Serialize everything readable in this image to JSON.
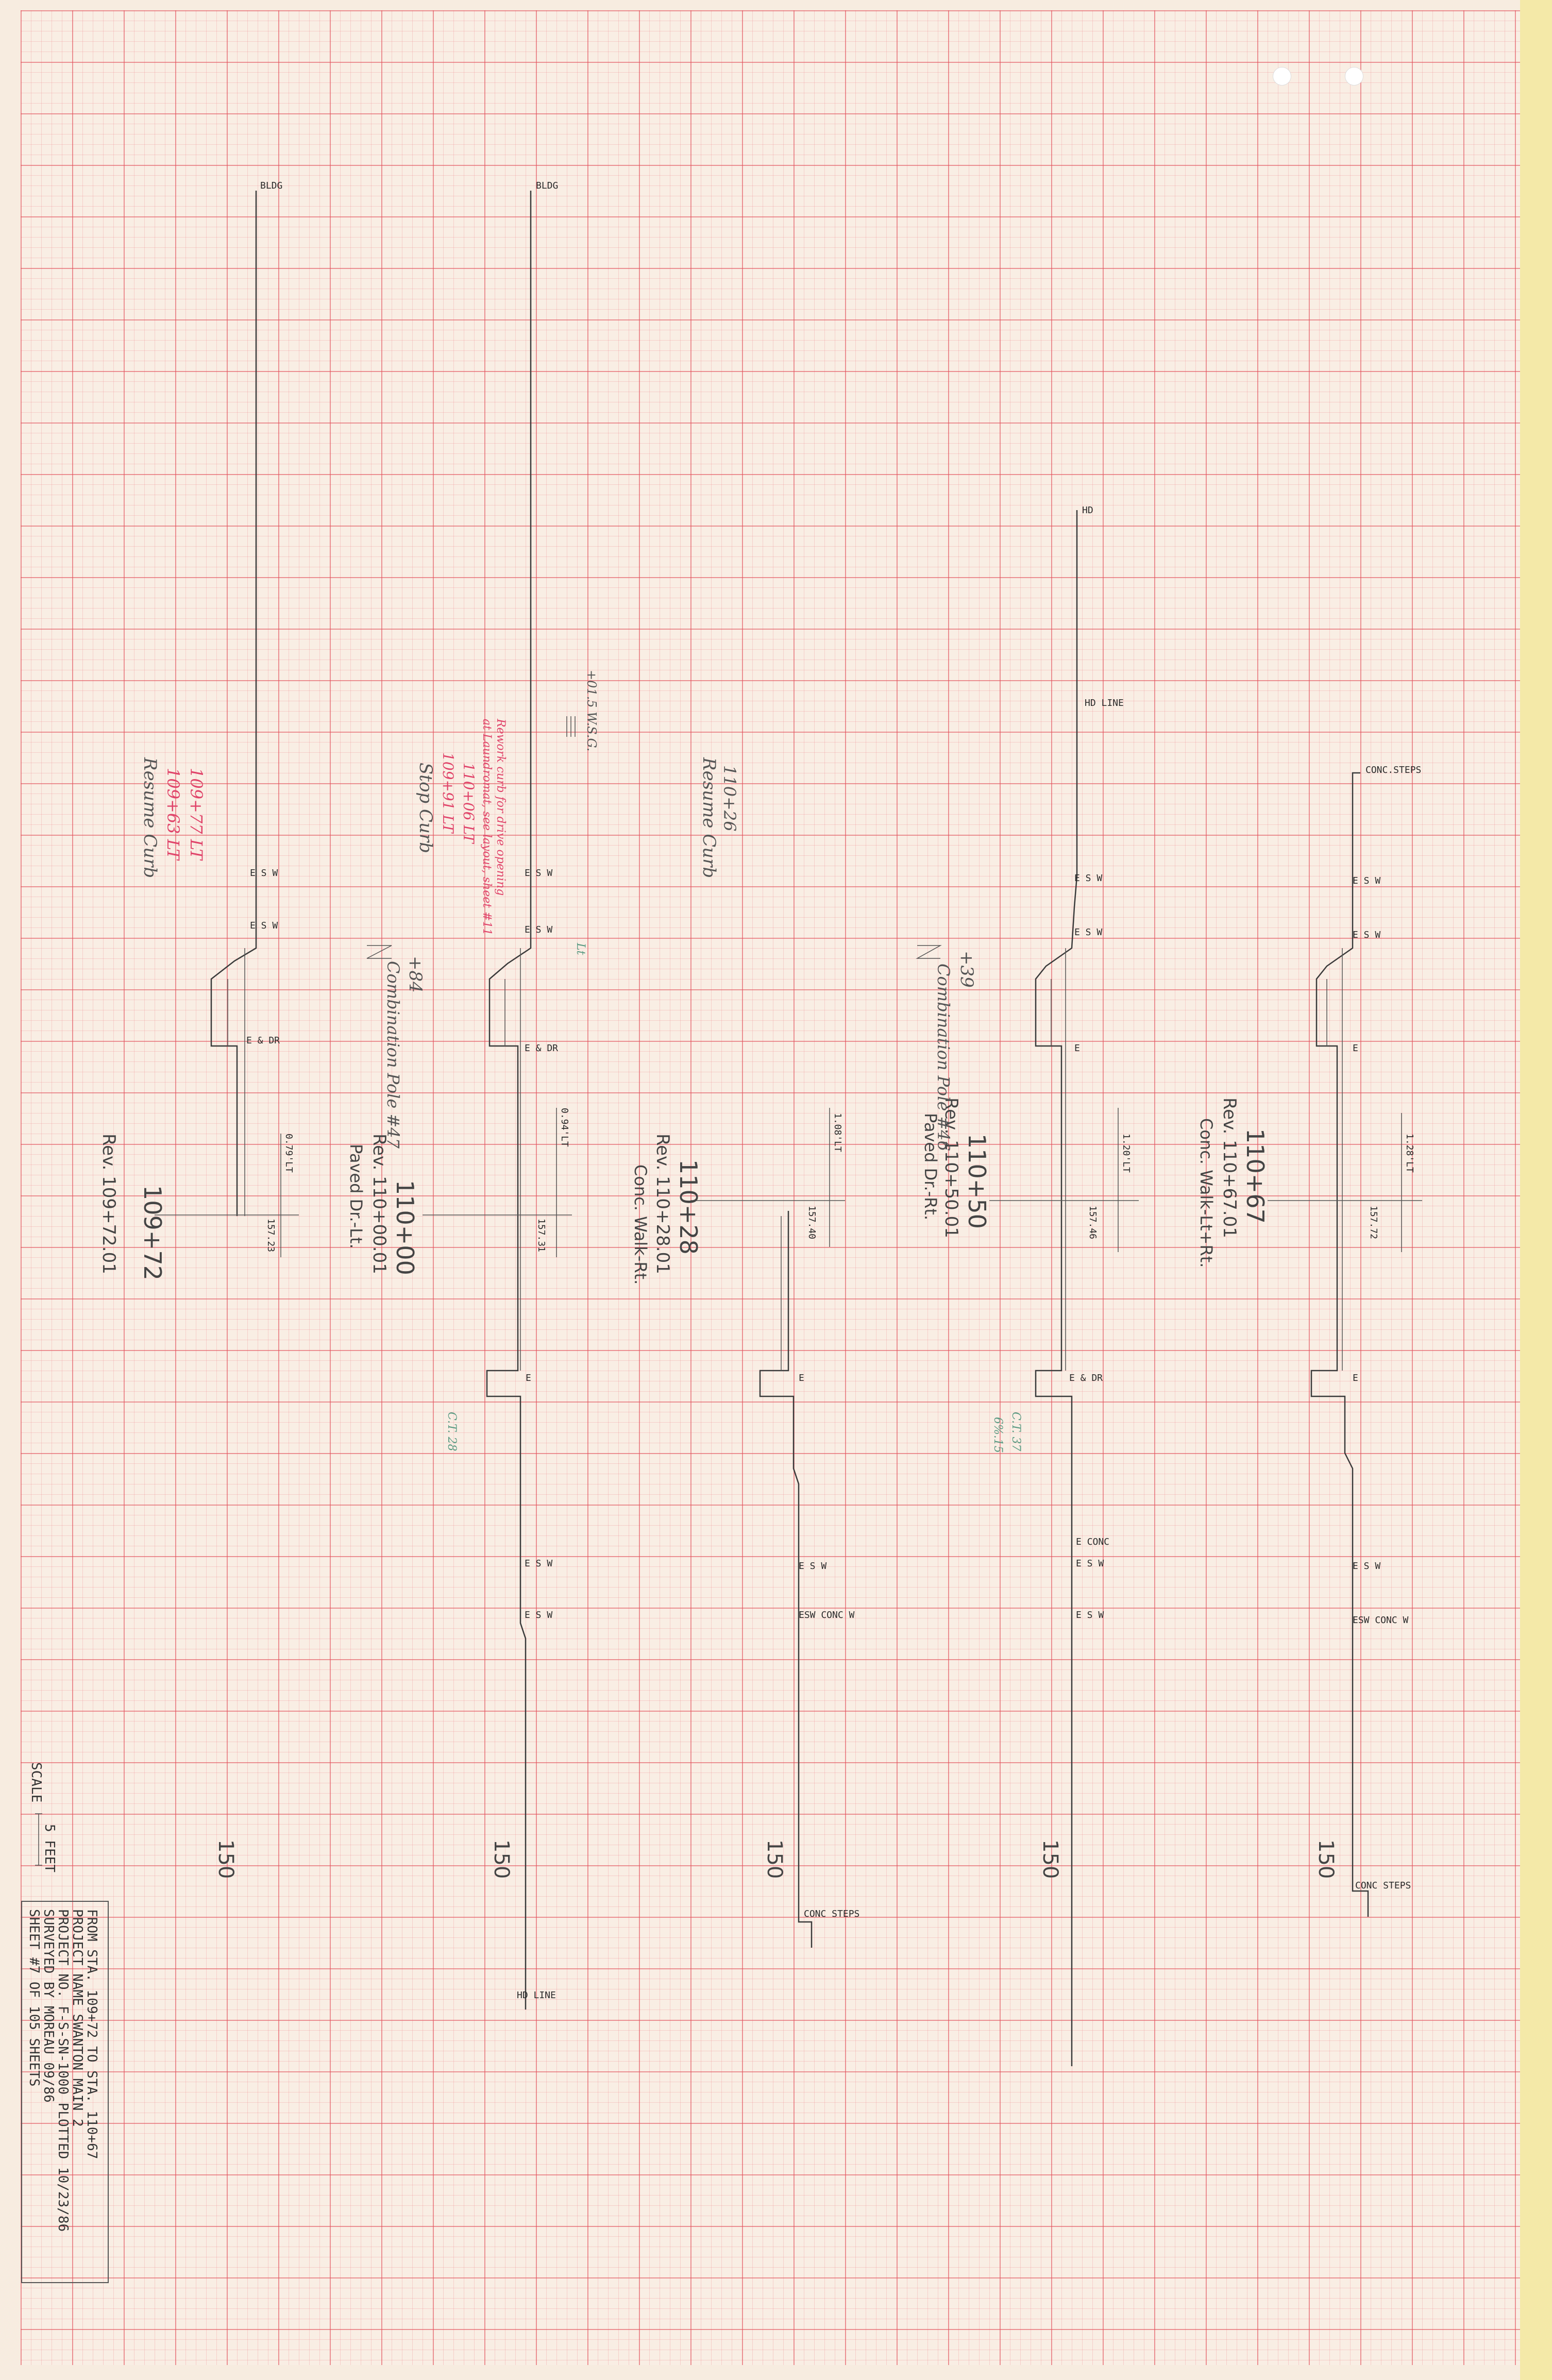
{
  "sections": [
    {
      "station": "109+72",
      "rev": "Rev. 109+72.01",
      "desc": "",
      "offset_lt": "0.79'LT",
      "offset_rt": "157.23",
      "top_label": "BLDG",
      "labels": [
        "E S W",
        "E S W",
        "E & DR"
      ],
      "bottom_labels": []
    },
    {
      "station": "110+00",
      "rev": "Rev. 110+00.01",
      "desc": "Paved Dr.-Lt.",
      "offset_lt": "0.94'LT",
      "offset_rt": "157.31",
      "top_label": "BLDG",
      "labels": [
        "E S W",
        "E S W",
        "E & DR"
      ],
      "bottom_labels": [
        "E",
        "E S W",
        "E S W",
        "HD LINE"
      ]
    },
    {
      "station": "110+28",
      "rev": "Rev. 110+28.01",
      "desc": "Conc. Walk-Rt.",
      "offset_lt": "1.08'LT",
      "offset_rt": "157.40",
      "top_label": "",
      "labels": [],
      "bottom_labels": [
        "E",
        "E S W",
        "ESW CONC W",
        "CONC STEPS"
      ]
    },
    {
      "station": "110+50",
      "rev": "Rev. 110+50.01",
      "desc": "Paved Dr.-Rt.",
      "offset_lt": "1.20'LT",
      "offset_rt": "157.46",
      "top_label": "HD",
      "labels": [
        "HD LINE",
        "E S W",
        "E S W",
        "E"
      ],
      "bottom_labels": [
        "E & DR",
        "E CONC",
        "E S W",
        "E S W"
      ]
    },
    {
      "station": "110+67",
      "rev": "Rev. 110+67.01",
      "desc": "Conc. Walk-Lt+Rt.",
      "offset_lt": "1.28'LT",
      "offset_rt": "157.72",
      "top_label": "CONC.STEPS",
      "labels": [
        "E S W",
        "E S W",
        "E"
      ],
      "bottom_labels": [
        "E",
        "E S W",
        "ESW CONC W",
        "CONC STEPS"
      ]
    }
  ],
  "elevation_label": "150",
  "annotations": {
    "a1_line1": "109+77 LT",
    "a1_line2": "109+63 LT",
    "a1_line3": "Resume Curb",
    "a2_line1": "Rework curb for drive opening",
    "a2_line2": "at Laundromat, see layout, sheet #11",
    "a2_line3": "110+06 LT",
    "a2_line4": "109+91 LT",
    "a2_line5": "Stop Curb",
    "a3_line1": "+84",
    "a3_line2": "Combination Pole #47",
    "a4_line1": "110+26",
    "a4_line2": "Resume Curb",
    "a5_line1": "+39",
    "a5_line2": "Combination Pole #46",
    "a6": "+01.5 W.S.G.",
    "green1": "C.T. 28",
    "green2": "C.T. 37",
    "green3": "Lt",
    "green4": "6%.15"
  },
  "scale": {
    "label": "SCALE",
    "value": "5 FEET"
  },
  "title_block": {
    "line1": "FROM STA.  109+72          TO STA.   110+67",
    "line2": "PROJECT NAME   SWANTON MAIN 2",
    "line3": "PROJECT NO.    F-S-SN-1000        PLOTTED 10/23/86",
    "line4": "SURVEYED BY    MOREAU              09/86",
    "line5": "SHEET  #7  OF  105  SHEETS"
  }
}
